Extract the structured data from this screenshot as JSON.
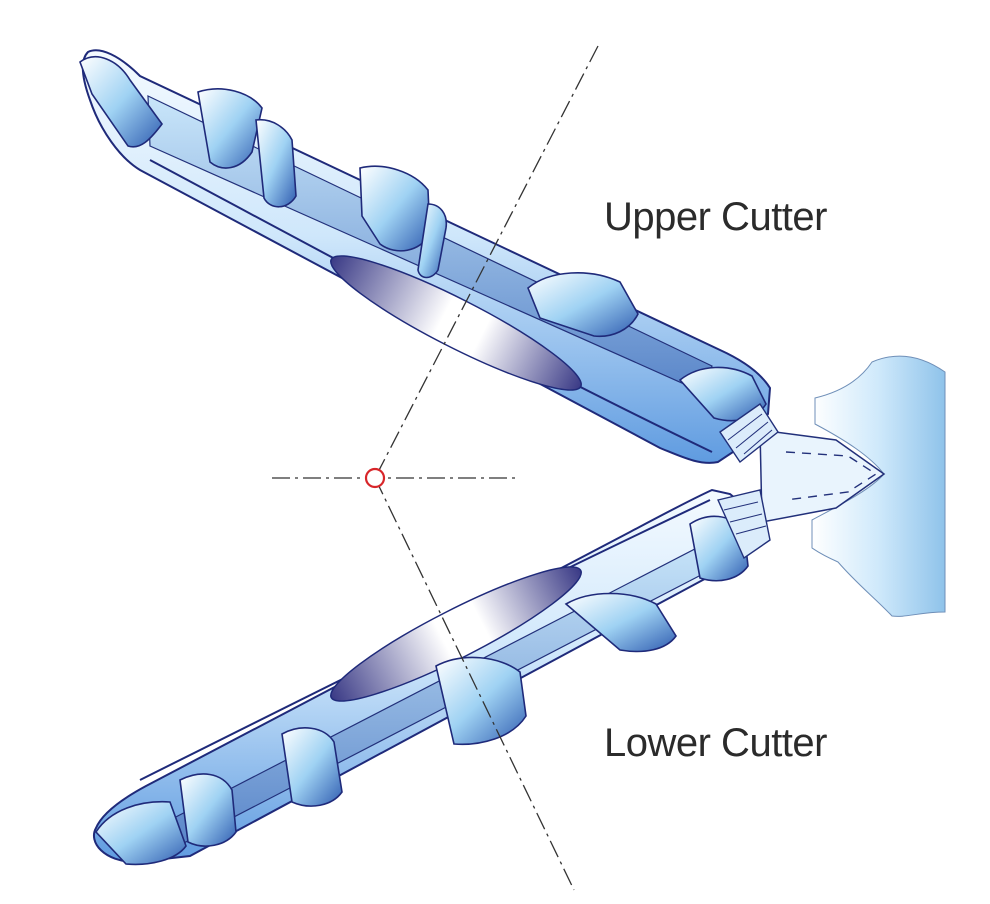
{
  "labels": {
    "upper": "Upper Cutter",
    "lower": "Lower Cutter"
  },
  "colors": {
    "outline": "#1f2a7a",
    "light": "#dfefff",
    "mid": "#8ec8ee",
    "deep": "#3f6fb8",
    "dark": "#2b2a78",
    "center_point": "#d8262a",
    "axis_line": "#333333"
  },
  "icons": {
    "center": "circle-center-marker",
    "workpiece": "bevel-gear-blank"
  }
}
